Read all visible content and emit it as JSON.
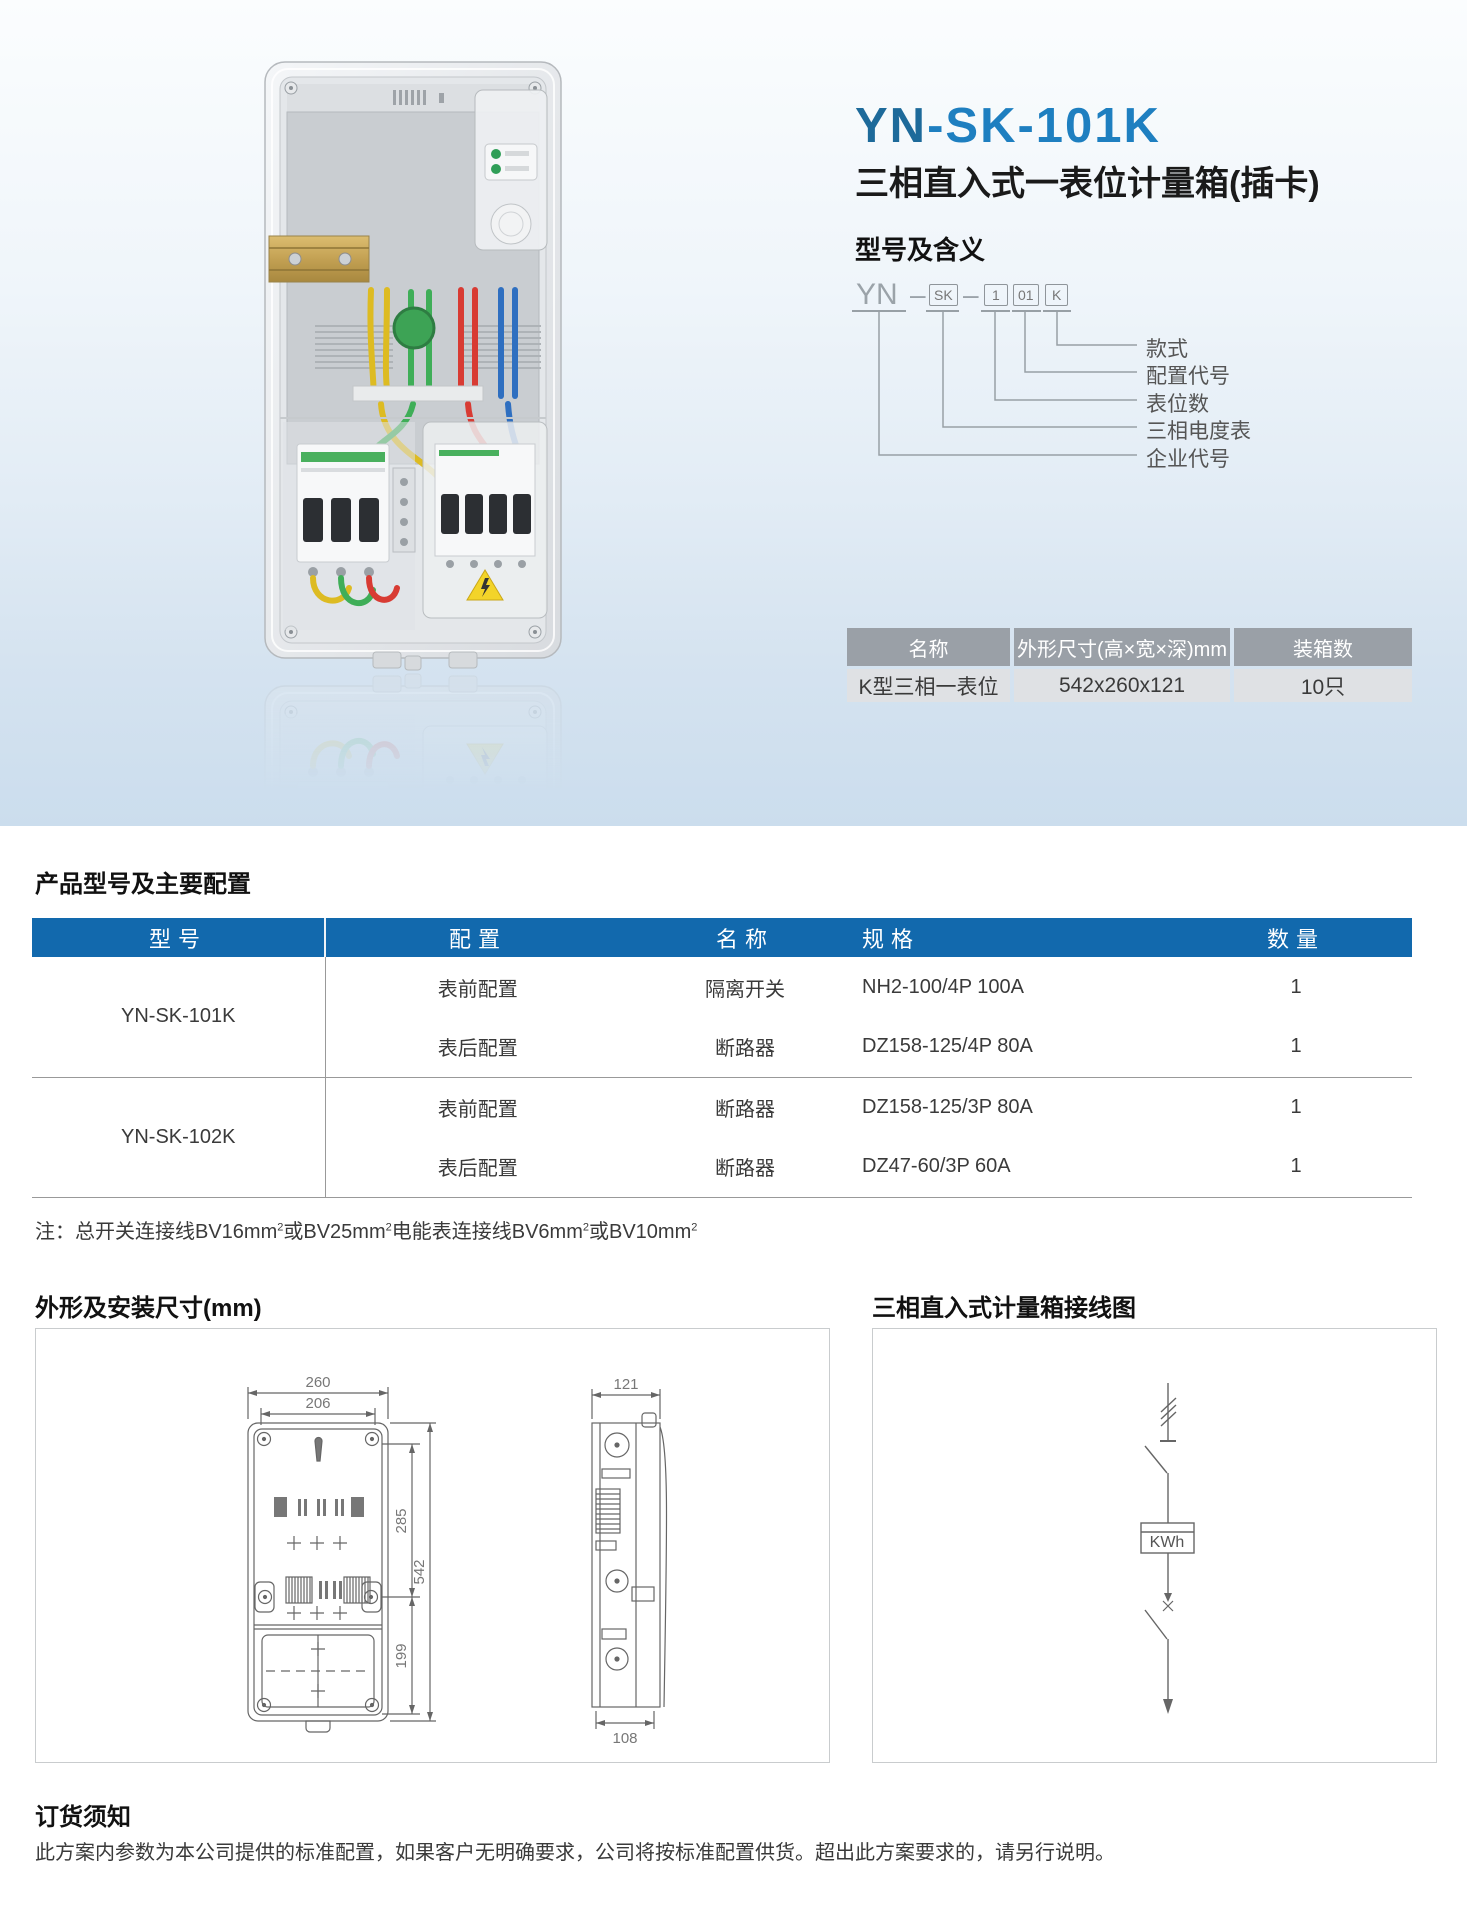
{
  "header": {
    "model_prefix": "YN",
    "model_suffix": "-SK-101K",
    "subtitle": "三相直入式一表位计量箱(插卡)",
    "meaning_heading": "型号及含义",
    "code": {
      "part1": "YN",
      "dash1": "–",
      "part2": "SK",
      "dash2": "–",
      "part3": "1",
      "part4": "01",
      "part5": "K"
    },
    "code_labels": [
      "款式",
      "配置代号",
      "表位数",
      "三相电度表",
      "企业代号"
    ]
  },
  "packing_table": {
    "headers": [
      "名称",
      "外形尺寸(高×宽×深)mm",
      "装箱数"
    ],
    "row": [
      "K型三相一表位",
      "542x260x121",
      "10只"
    ]
  },
  "config": {
    "heading": "产品型号及主要配置",
    "headers": [
      "型号",
      "配置",
      "名称",
      "规格",
      "数量"
    ],
    "groups": [
      {
        "model": "YN-SK-101K",
        "rows": [
          [
            "表前配置",
            "隔离开关",
            "NH2-100/4P 100A",
            "1"
          ],
          [
            "表后配置",
            "断路器",
            "DZ158-125/4P 80A",
            "1"
          ]
        ]
      },
      {
        "model": "YN-SK-102K",
        "rows": [
          [
            "表前配置",
            "断路器",
            "DZ158-125/3P 80A",
            "1"
          ],
          [
            "表后配置",
            "断路器",
            "DZ47-60/3P 60A",
            "1"
          ]
        ]
      }
    ],
    "note_parts": [
      "注：总开关连接线BV16mm",
      "2",
      "或BV25mm",
      "2",
      "电能表连接线BV6mm",
      "2",
      "或BV10mm",
      "2"
    ]
  },
  "dimensions": {
    "heading": "外形及安装尺寸(mm)",
    "front_outer_width": "260",
    "front_inner_width": "206",
    "upper_height": "285",
    "total_height": "542",
    "lower_height": "199",
    "side_width": "121",
    "side_depth": "108"
  },
  "wiring": {
    "heading": "三相直入式计量箱接线图",
    "meter_label": "KWh"
  },
  "order": {
    "heading": "订货须知",
    "text": "此方案内参数为本公司提供的标准配置，如果客户无明确要求，公司将按标准配置供货。超出此方案要求的，请另行说明。"
  },
  "colors": {
    "title_blue": "#1e7fc0",
    "title_dark_blue": "#1d6a9a",
    "table_header_blue": "#1269ad",
    "packing_header_gray": "#9aa0a7",
    "packing_row_gray": "#dfe1e4"
  }
}
